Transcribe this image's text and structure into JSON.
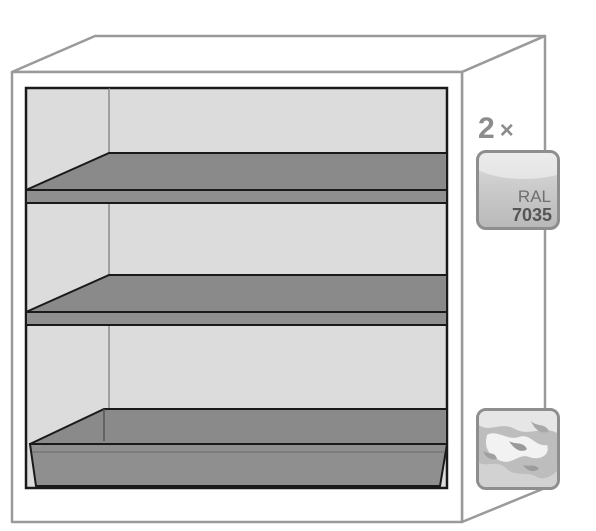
{
  "quantity": {
    "number": "2",
    "multiplier": "×"
  },
  "colour_swatch": {
    "label": "RAL",
    "code": "7035"
  },
  "icons": {
    "cabinet": "cabinet-illustration",
    "colour": "colour-swatch-icon",
    "texture": "texture-swatch-icon"
  },
  "colors": {
    "interior": "#dcdcdc",
    "shelf": "#8a8a8a",
    "swatch_border": "#8e8e8e"
  }
}
